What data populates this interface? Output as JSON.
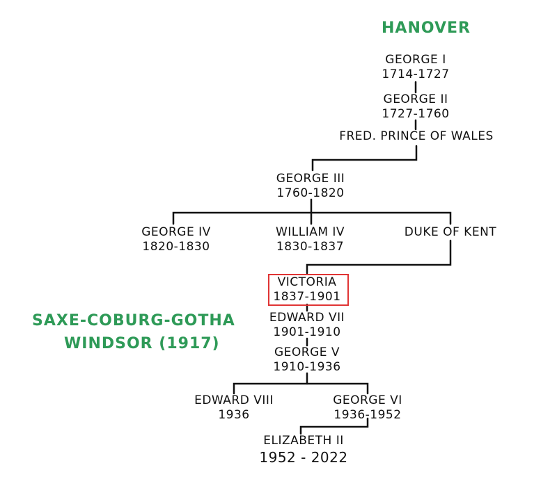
{
  "houses": {
    "hanover": "HANOVER",
    "saxe_coburg_gotha": "SAXE-COBURG-GOTHA",
    "windsor": "WINDSOR (1917)"
  },
  "people": {
    "george1": {
      "name": "GEORGE I",
      "years": "1714-1727"
    },
    "george2": {
      "name": "GEORGE II",
      "years": "1727-1760"
    },
    "fred": {
      "name": "FRED. PRINCE OF WALES"
    },
    "george3": {
      "name": "GEORGE III",
      "years": "1760-1820"
    },
    "george4": {
      "name": "GEORGE IV",
      "years": "1820-1830"
    },
    "william4": {
      "name": "WILLIAM IV",
      "years": "1830-1837"
    },
    "kent": {
      "name": "DUKE OF KENT"
    },
    "victoria": {
      "name": "VICTORIA",
      "years": "1837-1901"
    },
    "edward7": {
      "name": "EDWARD VII",
      "years": "1901-1910"
    },
    "george5": {
      "name": "GEORGE V",
      "years": "1910-1936"
    },
    "edward8": {
      "name": "EDWARD VIII",
      "years": "1936"
    },
    "george6": {
      "name": "GEORGE VI",
      "years": "1936-1952"
    },
    "elizabeth2": {
      "name": "ELIZABETH II",
      "years": "1952 - 2022"
    }
  },
  "highlight_color": "#e03434",
  "house_color": "#2e9a57"
}
